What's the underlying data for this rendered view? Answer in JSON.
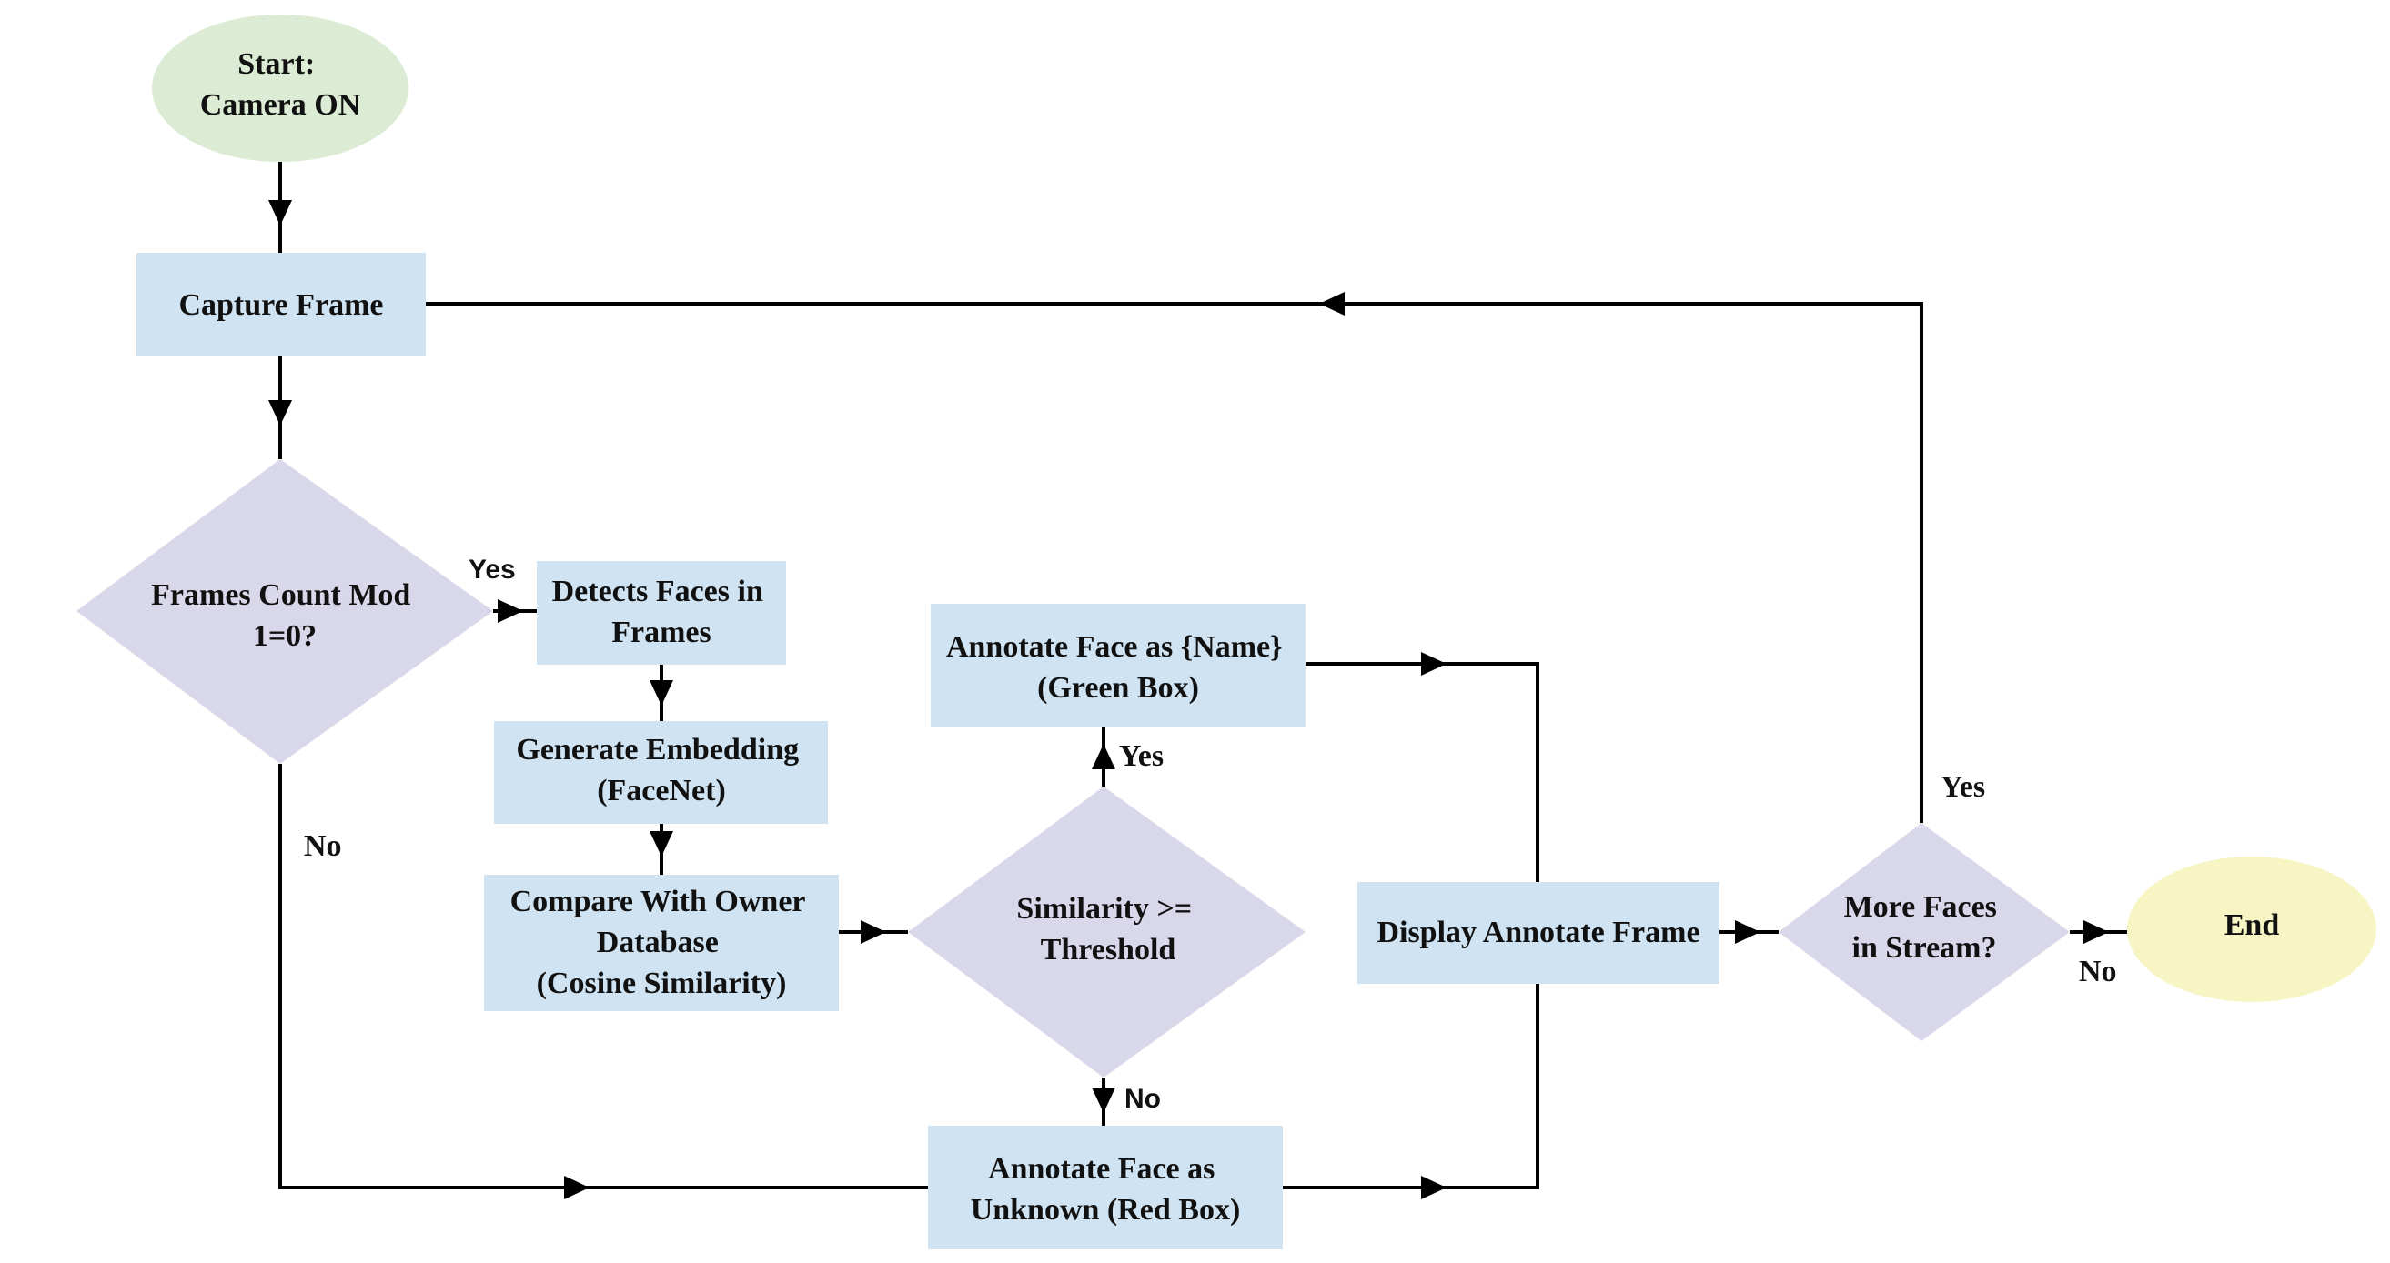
{
  "colors": {
    "terminal_start": "#dcebd4",
    "terminal_end": "#f8f5c4",
    "process": "#cfe3f2",
    "decision": "#d8d8ea",
    "line": "#000000"
  },
  "nodes": {
    "start": {
      "lines": [
        "Start:",
        "Camera ON"
      ]
    },
    "capture": {
      "lines": [
        "Capture Frame"
      ]
    },
    "frames_mod": {
      "lines": [
        "Frames Count Mod",
        "1=0?"
      ]
    },
    "detect": {
      "lines": [
        "Detects Faces in",
        "Frames"
      ]
    },
    "embed": {
      "lines": [
        "Generate Embedding",
        "(FaceNet)"
      ]
    },
    "compare": {
      "lines": [
        "Compare With Owner",
        "Database",
        "(Cosine Similarity)"
      ]
    },
    "similarity": {
      "lines": [
        "Similarity >=",
        "Threshold"
      ]
    },
    "annot_name": {
      "lines": [
        "Annotate Face as {Name}",
        "(Green Box)"
      ]
    },
    "annot_unknown": {
      "lines": [
        "Annotate Face as",
        "Unknown (Red Box)"
      ]
    },
    "display": {
      "lines": [
        "Display Annotate Frame"
      ]
    },
    "more_faces": {
      "lines": [
        "More Faces",
        "in Stream?"
      ]
    },
    "end": {
      "lines": [
        "End"
      ]
    }
  },
  "edge_labels": {
    "frames_yes": "Yes",
    "frames_no": "No",
    "sim_yes": "Yes",
    "sim_no": "No",
    "more_yes": "Yes",
    "more_no": "No"
  }
}
